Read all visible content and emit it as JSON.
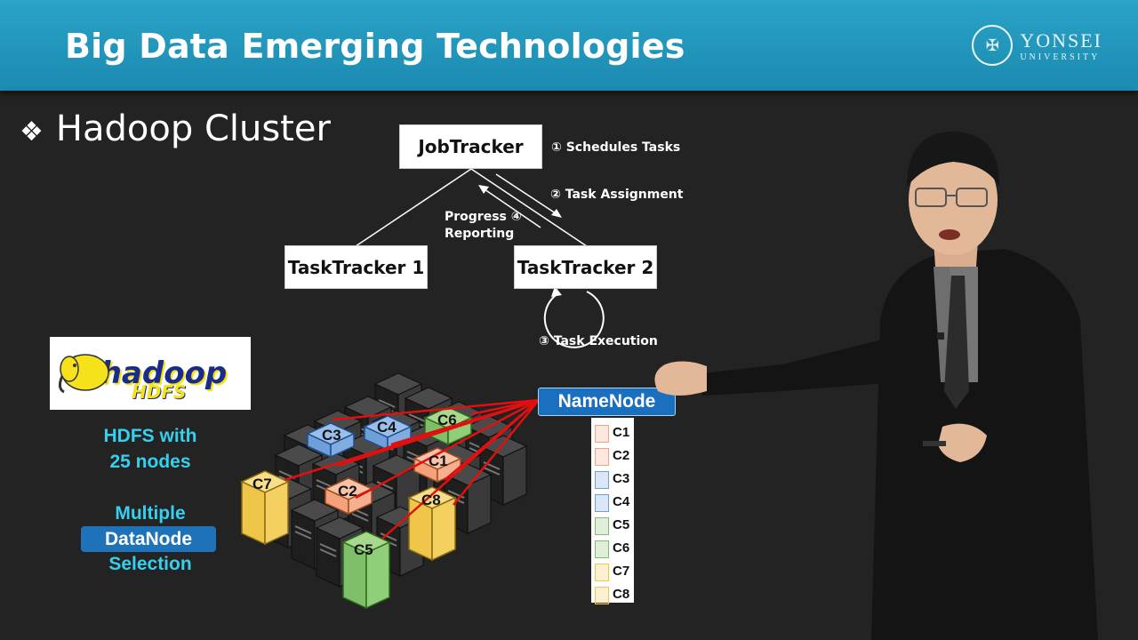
{
  "header": {
    "title": "Big Data Emerging Technologies"
  },
  "logo": {
    "name": "YONSEI",
    "sub": "UNIVERSITY"
  },
  "section": {
    "bullet": "❖",
    "title": "Hadoop Cluster"
  },
  "diagram": {
    "jobtracker": "JobTracker",
    "tasktracker1": "TaskTracker 1",
    "tasktracker2": "TaskTracker 2",
    "step1": "① Schedules Tasks",
    "step2": "② Task Assignment",
    "step3": "③ Task Execution",
    "step4_line1": "Progress ④",
    "step4_line2": "Reporting"
  },
  "hadoop_logo": {
    "word": "hadoop",
    "sub": "HDFS"
  },
  "left_text": {
    "hdfs_line1": "HDFS with",
    "hdfs_line2": "25 nodes",
    "multiple": "Multiple",
    "datanode": "DataNode",
    "selection": "Selection"
  },
  "namenode": "NameNode",
  "blocks": [
    {
      "label": "C1",
      "color": "#f4a27c"
    },
    {
      "label": "C2",
      "color": "#f4a27c"
    },
    {
      "label": "C3",
      "color": "#6f9fd8"
    },
    {
      "label": "C4",
      "color": "#6f9fd8"
    },
    {
      "label": "C5",
      "color": "#7fbf6a"
    },
    {
      "label": "C6",
      "color": "#7fbf6a"
    },
    {
      "label": "C7",
      "color": "#f0c64a"
    },
    {
      "label": "C8",
      "color": "#f0c64a"
    }
  ],
  "server_labels": {
    "c1": "C1",
    "c2": "C2",
    "c3": "C3",
    "c4": "C4",
    "c5": "C5",
    "c6": "C6",
    "c7": "C7",
    "c8": "C8"
  },
  "colors": {
    "header": "#1b8ab0",
    "cyan_text": "#35d0ee",
    "namenode": "#1a6fbf",
    "red_line": "#e01010"
  }
}
